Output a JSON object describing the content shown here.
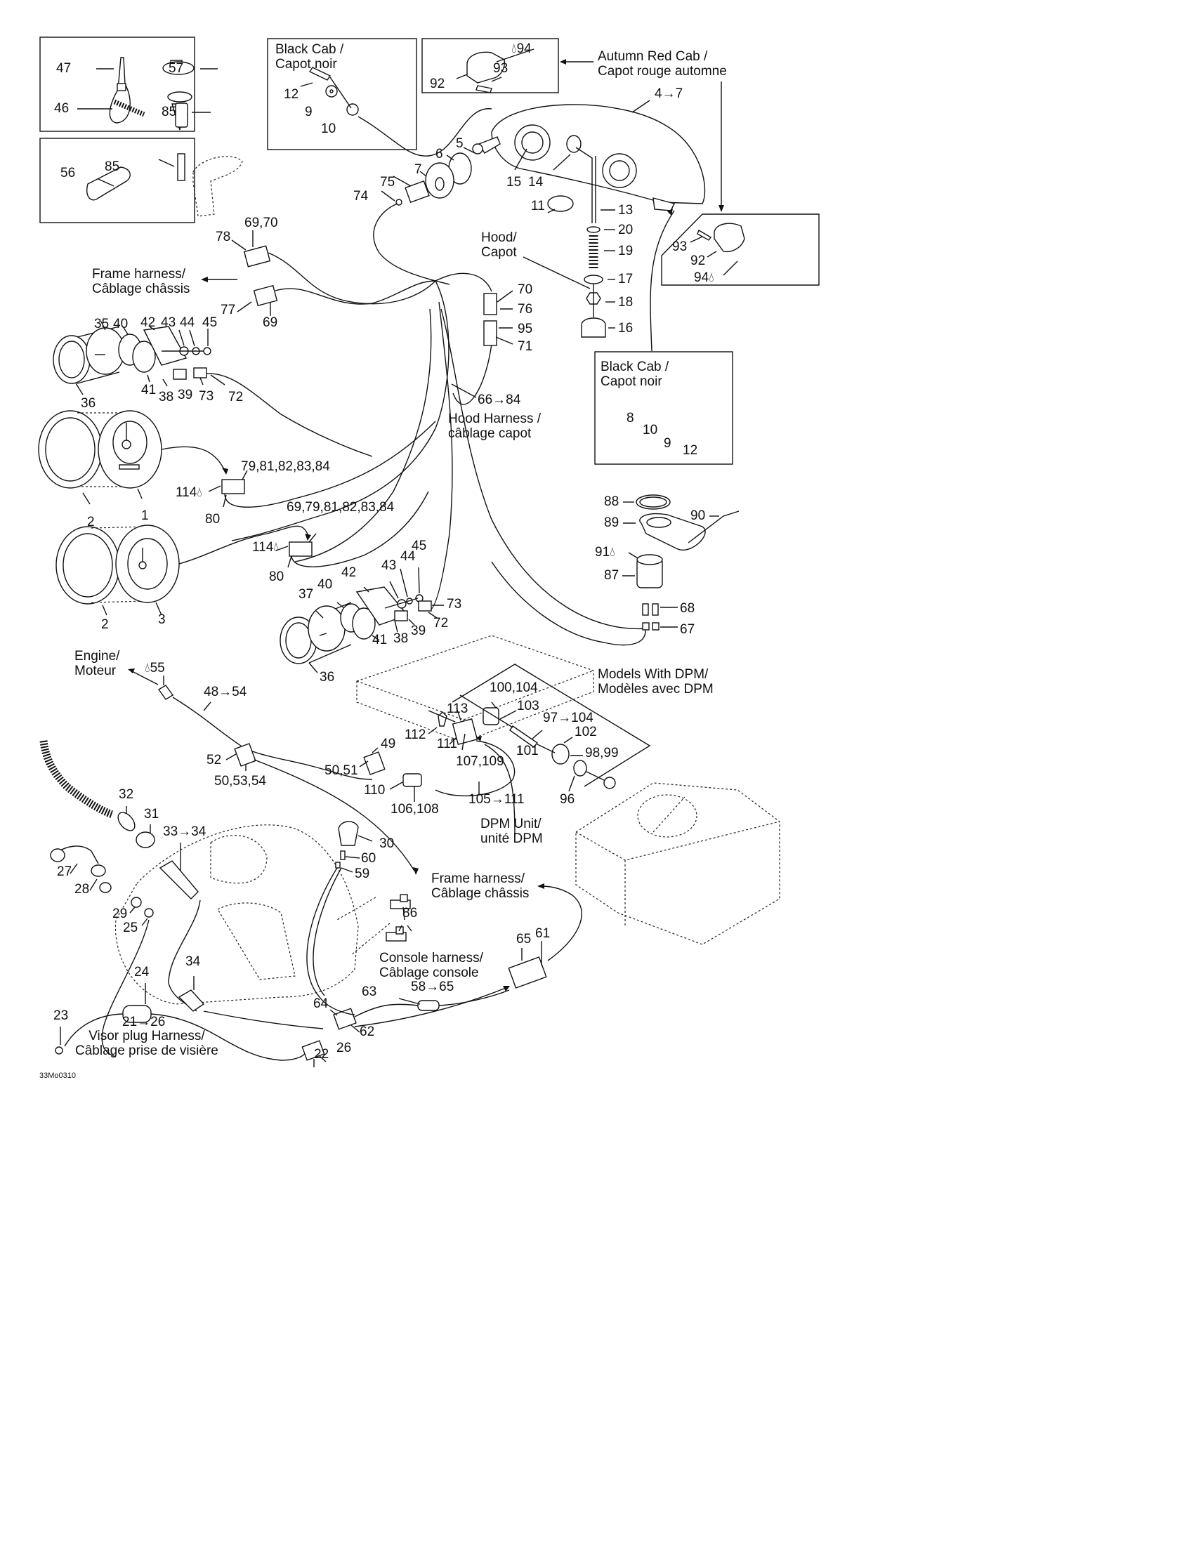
{
  "diagram": {
    "figure_id": "33Mo0310",
    "colors": {
      "ink": "#111111",
      "background": "#ffffff"
    },
    "groups": [
      {
        "name": "hardware-kit-1",
        "items": [
          "47",
          "57",
          "46",
          "85"
        ]
      },
      {
        "name": "hardware-kit-2",
        "items": [
          "56",
          "85"
        ]
      },
      {
        "name": "black-cab-top",
        "title": "Black Cab /\nCapot noir",
        "items": [
          "12",
          "9",
          "10"
        ]
      },
      {
        "name": "autumn-red-cab-top",
        "items": [
          "94",
          "93",
          "92"
        ]
      },
      {
        "name": "autumn-red-cab-side",
        "items": [
          "93",
          "92",
          "94"
        ]
      },
      {
        "name": "black-cab-side",
        "title": "Black Cab /\nCapot noir",
        "items": [
          "8",
          "10",
          "9",
          "12"
        ]
      },
      {
        "name": "models-with-dpm",
        "items": [
          "100,104",
          "103",
          "97→104",
          "101",
          "102",
          "98,99",
          "96"
        ]
      }
    ],
    "captions": {
      "black_cab_top": "Black Cab /\nCapot noir",
      "autumn_red": "Autumn Red Cab /\nCapot rouge automne",
      "hood": "Hood/\nCapot",
      "frame_harness_top": "Frame harness/\nCâblage châssis",
      "hood_harness": "Hood Harness /\ncâblage capot",
      "black_cab_side": "Black Cab /\nCapot noir",
      "engine": "Engine/\nMoteur",
      "models_dpm": "Models With DPM/\nModèles avec DPM",
      "dpm_unit": "DPM Unit/\nunité DPM",
      "frame_harness_bottom": "Frame harness/\nCâblage châssis",
      "console_harness": "Console harness/\nCâblage console",
      "visor_harness": "Visor plug Harness/\nCâblage prise de visière"
    },
    "labels": {
      "l47": "47",
      "l57": "57",
      "l46": "46",
      "l85a": "85",
      "l56": "56",
      "l85b": "85",
      "l12a": "12",
      "l9a": "9",
      "l10a": "10",
      "l94a": "94",
      "l93a": "93",
      "l92a": "92",
      "l4to7": "4→7",
      "l5": "5",
      "l6": "6",
      "l7": "7",
      "l75": "75",
      "l74": "74",
      "l15": "15",
      "l14": "14",
      "l11": "11",
      "l13": "13",
      "l20": "20",
      "l19": "19",
      "l17": "17",
      "l18": "18",
      "l16": "16",
      "l93b": "93",
      "l92b": "92",
      "l94b": "94",
      "l6970a": "69,70",
      "l78": "78",
      "l77": "77",
      "l69a": "69",
      "l70": "70",
      "l76": "76",
      "l95": "95",
      "l71": "71",
      "l35": "35",
      "l40a": "40",
      "l42a": "42",
      "l43a": "43",
      "l44a": "44",
      "l45a": "45",
      "l36a": "36",
      "l41a": "41",
      "l38a": "38",
      "l39a": "39",
      "l73a": "73",
      "l72a": "72",
      "l66to84": "66→84",
      "l8": "8",
      "l10b": "10",
      "l9b": "9",
      "l12b": "12",
      "l79list": "79,81,82,83,84",
      "l114a": "114",
      "l80a": "80",
      "l2a": "2",
      "l1": "1",
      "l69list": "69,79,81,82,83,84",
      "l114b": "114",
      "l80b": "80",
      "l2b": "2",
      "l3": "3",
      "l43b": "43",
      "l44b": "44",
      "l45b": "45",
      "l42b": "42",
      "l40b": "40",
      "l37": "37",
      "l41b": "41",
      "l38b": "38",
      "l39b": "39",
      "l73b": "73",
      "l72b": "72",
      "l36b": "36",
      "l88": "88",
      "l89": "89",
      "l90": "90",
      "l91": "91",
      "l87": "87",
      "l68": "68",
      "l67": "67",
      "l55": "55",
      "l48to54": "48→54",
      "l100104": "100,104",
      "l103": "103",
      "l113": "113",
      "l97to104": "97→104",
      "l112": "112",
      "l102": "102",
      "l111": "111",
      "l101": "101",
      "l9899": "98,99",
      "l107109": "107,109",
      "l49": "49",
      "l5051": "50,51",
      "l52": "52",
      "l505354": "50,53,54",
      "l110": "110",
      "l106108": "106,108",
      "l105to111": "105→111",
      "l96": "96",
      "l32": "32",
      "l31": "31",
      "l3334": "33→34",
      "l30": "30",
      "l60": "60",
      "l59": "59",
      "l27": "27",
      "l28": "28",
      "l29": "29",
      "l25": "25",
      "l86": "86",
      "l65": "65",
      "l61": "61",
      "l34": "34",
      "l24": "24",
      "l63": "63",
      "l58to65": "58→65",
      "l23": "23",
      "l21to26": "21→26",
      "l64": "64",
      "l62": "62",
      "l22": "22",
      "l26": "26"
    },
    "sealant_marker": "drop-icon",
    "sealant_items": [
      "94",
      "94",
      "114",
      "114",
      "91",
      "55"
    ]
  }
}
